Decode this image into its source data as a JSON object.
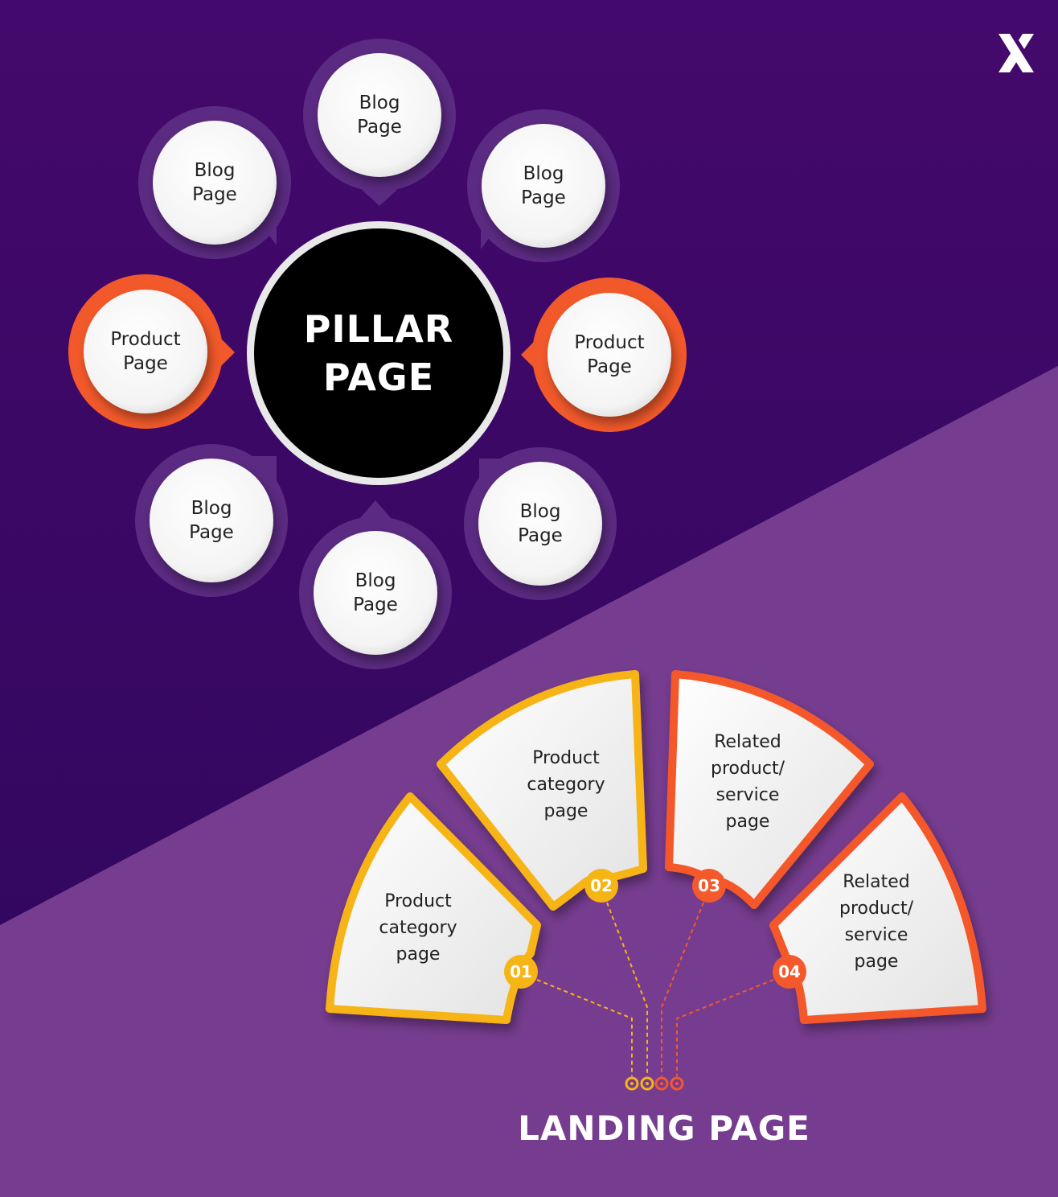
{
  "pillar": {
    "title_line1": "PILLAR",
    "title_line2": "PAGE"
  },
  "spokes": [
    {
      "type": "blog",
      "line1": "Blog",
      "line2": "Page"
    },
    {
      "type": "blog",
      "line1": "Blog",
      "line2": "Page"
    },
    {
      "type": "blog",
      "line1": "Blog",
      "line2": "Page"
    },
    {
      "type": "product",
      "line1": "Product",
      "line2": "Page"
    },
    {
      "type": "product",
      "line1": "Product",
      "line2": "Page"
    },
    {
      "type": "blog",
      "line1": "Blog",
      "line2": "Page"
    },
    {
      "type": "blog",
      "line1": "Blog",
      "line2": "Page"
    },
    {
      "type": "blog",
      "line1": "Blog",
      "line2": "Page"
    }
  ],
  "landing": {
    "title": "LANDING PAGE",
    "segments": [
      {
        "number": "01",
        "line1": "Product",
        "line2": "category",
        "line3": "page",
        "line4": ""
      },
      {
        "number": "02",
        "line1": "Product",
        "line2": "category",
        "line3": "page",
        "line4": ""
      },
      {
        "number": "03",
        "line1": "Related",
        "line2": "product/",
        "line3": "service",
        "line4": "page"
      },
      {
        "number": "04",
        "line1": "Related",
        "line2": "product/",
        "line3": "service",
        "line4": "page"
      }
    ]
  },
  "colors": {
    "bg_top_dark": "#3a0868",
    "bg_bottom_light": "#763c8f",
    "blog_ring": "#5b2a82",
    "product_ring": "#f2592a",
    "yellow": "#f7b415",
    "orange": "#f4592c",
    "pillar_fill": "#000000",
    "white": "#ffffff"
  },
  "icons": {
    "logo": "x-logo-icon"
  }
}
